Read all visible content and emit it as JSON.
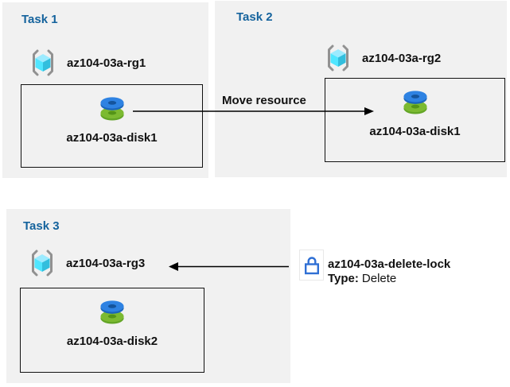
{
  "page": {
    "background": "#ffffff"
  },
  "colors": {
    "panel-bg": "#f1f1f1",
    "title-blue": "#15639d",
    "text-black": "#111111",
    "box-border": "#111111",
    "arrow-black": "#000000",
    "bracket-gray": "#919191",
    "cube-top": "#9cebff",
    "cube-left": "#50e6ff",
    "cube-right": "#32bedd",
    "disk-blue": "#2e82e2",
    "disk-blue-dark": "#1b66bb",
    "disk-blue-hole": "#14549c",
    "disk-green": "#7cba31",
    "disk-green-dark": "#63a526",
    "disk-green-hole": "#549418",
    "lock-blue": "#2f6fd4",
    "lock-box-border": "#e8e8e8"
  },
  "panels": [
    {
      "title": "Task 1",
      "rg_label": "az104-03a-rg1",
      "disk_label": "az104-03a-disk1"
    },
    {
      "title": "Task 2",
      "rg_label": "az104-03a-rg2",
      "disk_label": "az104-03a-disk1"
    },
    {
      "title": "Task 3",
      "rg_label": "az104-03a-rg3",
      "disk_label": "az104-03a-disk2"
    }
  ],
  "arrows": {
    "move_label": "Move resource"
  },
  "lock": {
    "label": "az104-03a-delete-lock",
    "type_label": "Type:",
    "type_value": "Delete"
  },
  "icons": {
    "resource_group": "azure-resource-group-brackets-cube",
    "disk": "azure-managed-disk-stack",
    "lock": "padlock-outline"
  }
}
